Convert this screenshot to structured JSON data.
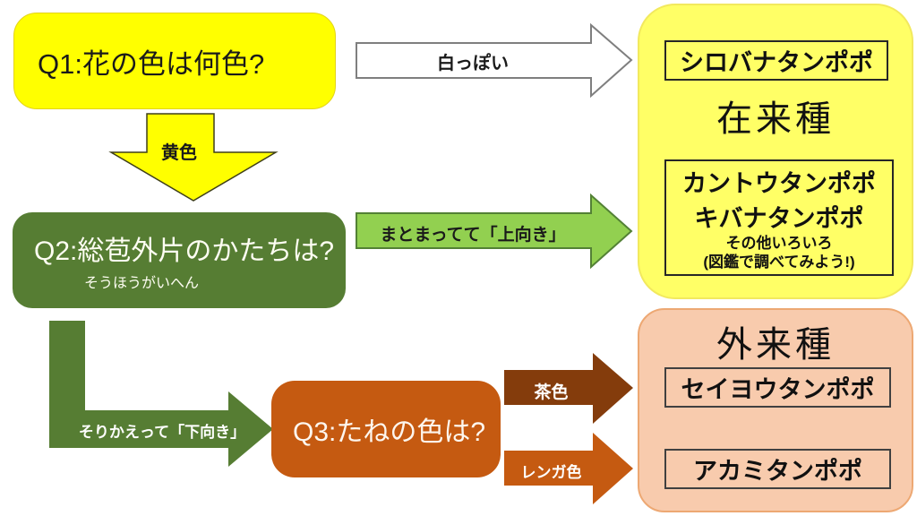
{
  "q1": {
    "label": "Q1:花の色は何色?"
  },
  "q2": {
    "label": "Q2:総苞外片のかたちは?",
    "furigana": "そうほうがいへん"
  },
  "q3": {
    "label": "Q3:たねの色は?"
  },
  "arrows": {
    "white": "白っぽい",
    "yellow_down": "黄色",
    "green_up": "まとまってて「上向き」",
    "green_down": "そりかえって「下向き」",
    "brown": "茶色",
    "brick": "レンガ色"
  },
  "native": {
    "species_top": "シロバナタンポポ",
    "title": "在来種",
    "species_line1": "カントウタンポポ",
    "species_line2": "キバナタンポポ",
    "note_line1": "その他いろいろ",
    "note_line2": "(図鑑で調べてみよう!)"
  },
  "foreign": {
    "title": "外来種",
    "species_brown": "セイヨウタンポポ",
    "species_brick": "アカミタンポポ"
  },
  "colors": {
    "bright_yellow": "#FFFF00",
    "pale_yellow": "#FFFF66",
    "olive_green": "#567D33",
    "light_green": "#92D050",
    "light_green_outline": "#538135",
    "orange": "#C55A11",
    "dark_brown": "#843C0C",
    "peach": "#F8CBAD",
    "white_arrow_outline": "#7F7F7F"
  }
}
